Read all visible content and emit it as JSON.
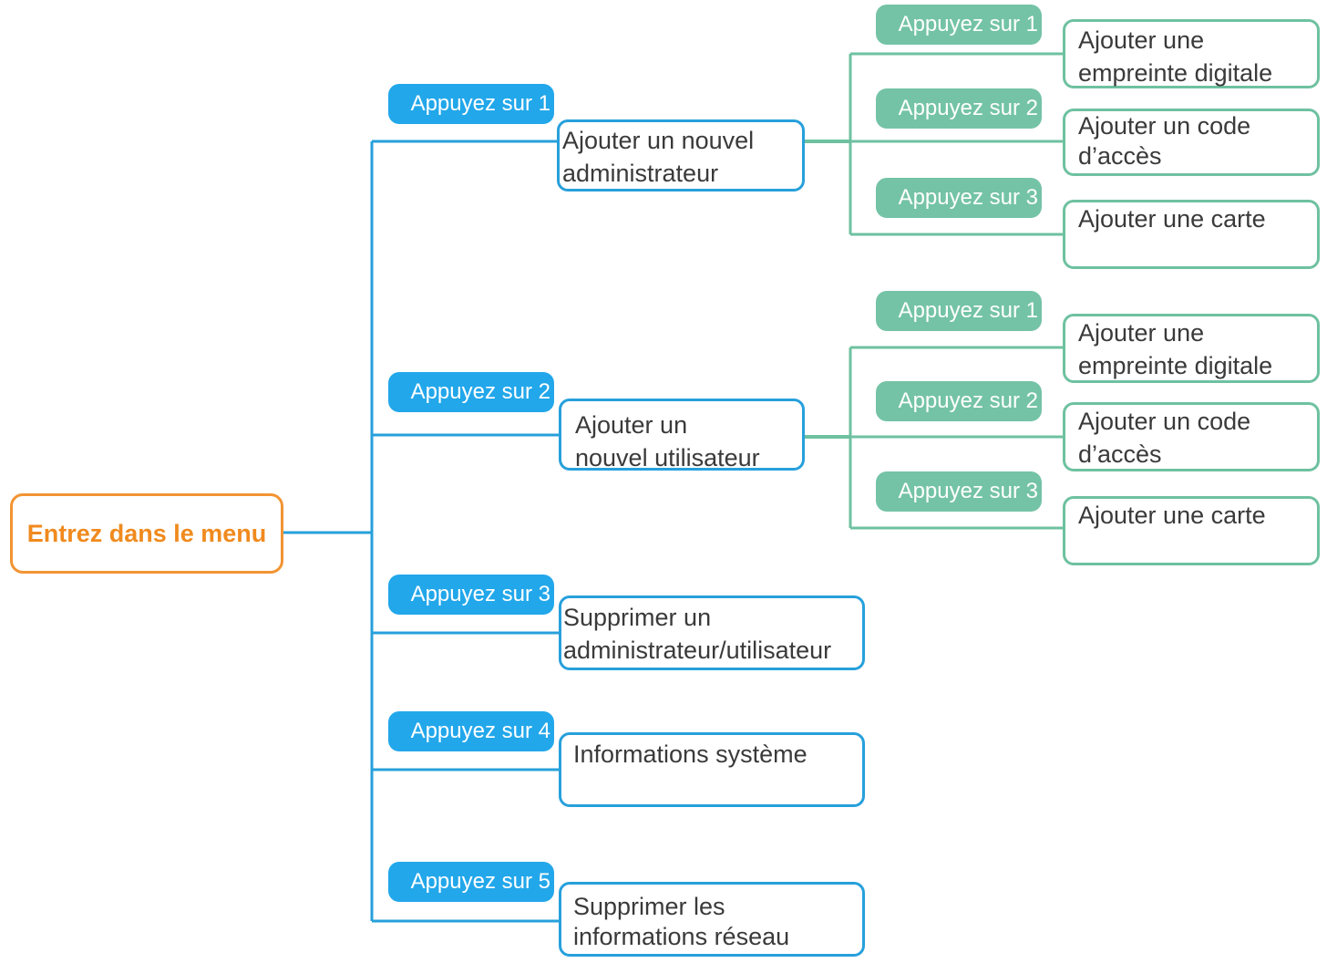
{
  "colors": {
    "root_border": "#f29433",
    "root_text": "#f08a1e",
    "primary_line": "#27a0db",
    "primary_pill": "#22a7ea",
    "secondary_line": "#6ec1a0",
    "secondary_pill": "#74c3a6",
    "node_text": "#3a3a3a"
  },
  "root": {
    "label": "Entrez dans le menu"
  },
  "menu": [
    {
      "key": "Appuyez sur 1",
      "label": "Ajouter un nouvel\nadministrateur",
      "children": [
        {
          "key": "Appuyez sur 1",
          "label": "Ajouter une\nempreinte digitale"
        },
        {
          "key": "Appuyez sur 2",
          "label": "Ajouter un code\nd’accès"
        },
        {
          "key": "Appuyez sur 3",
          "label": "Ajouter une carte"
        }
      ]
    },
    {
      "key": "Appuyez sur 2",
      "label": "Ajouter un\nnouvel utilisateur",
      "children": [
        {
          "key": "Appuyez sur 1",
          "label": "Ajouter une\nempreinte digitale"
        },
        {
          "key": "Appuyez sur 2",
          "label": "Ajouter un code\nd’accès"
        },
        {
          "key": "Appuyez sur 3",
          "label": "Ajouter une carte"
        }
      ]
    },
    {
      "key": "Appuyez sur 3",
      "label": "Supprimer un\nadministrateur/utilisateur"
    },
    {
      "key": "Appuyez sur 4",
      "label": "Informations système"
    },
    {
      "key": "Appuyez sur 5",
      "label": "Supprimer les\ninformations réseau"
    }
  ]
}
